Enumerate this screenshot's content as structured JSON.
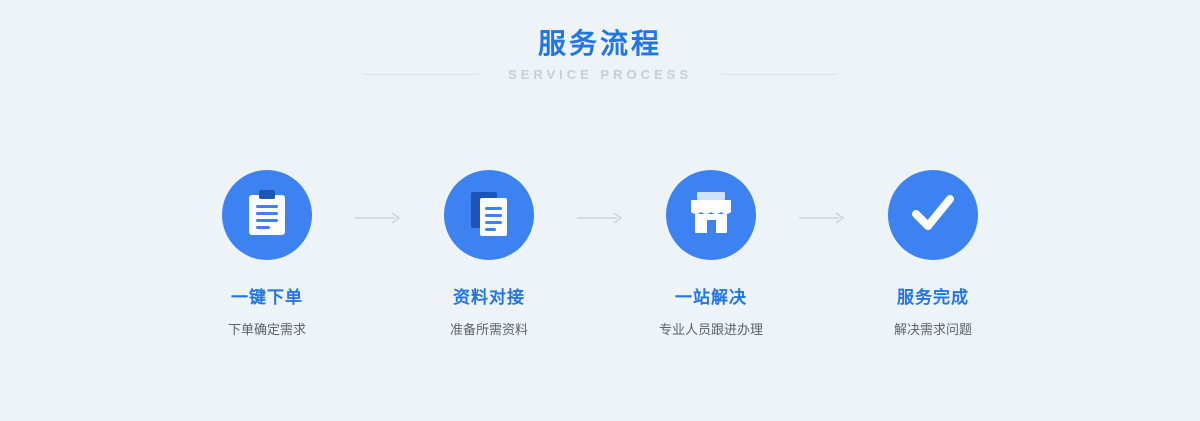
{
  "header": {
    "title": "服务流程",
    "subtitle": "SERVICE  PROCESS"
  },
  "steps": [
    {
      "icon": "clipboard-order-icon",
      "title": "一键下单",
      "desc": "下单确定需求"
    },
    {
      "icon": "documents-icon",
      "title": "资料对接",
      "desc": "准备所需资料"
    },
    {
      "icon": "storefront-icon",
      "title": "一站解决",
      "desc": "专业人员跟进办理"
    },
    {
      "icon": "checkmark-icon",
      "title": "服务完成",
      "desc": "解决需求问题"
    }
  ],
  "colors": {
    "background": "#eef3f7",
    "accent_blue": "#2176e5",
    "circle_blue": "#3c82f1",
    "icon_dark_blue": "#1c55b8",
    "icon_light_blue": "#cfe2fb",
    "subtitle_grey": "#c7ced7",
    "desc_grey": "#5b6269",
    "arrow_grey": "#ccd4dc",
    "line_grey": "#dde3e9"
  }
}
